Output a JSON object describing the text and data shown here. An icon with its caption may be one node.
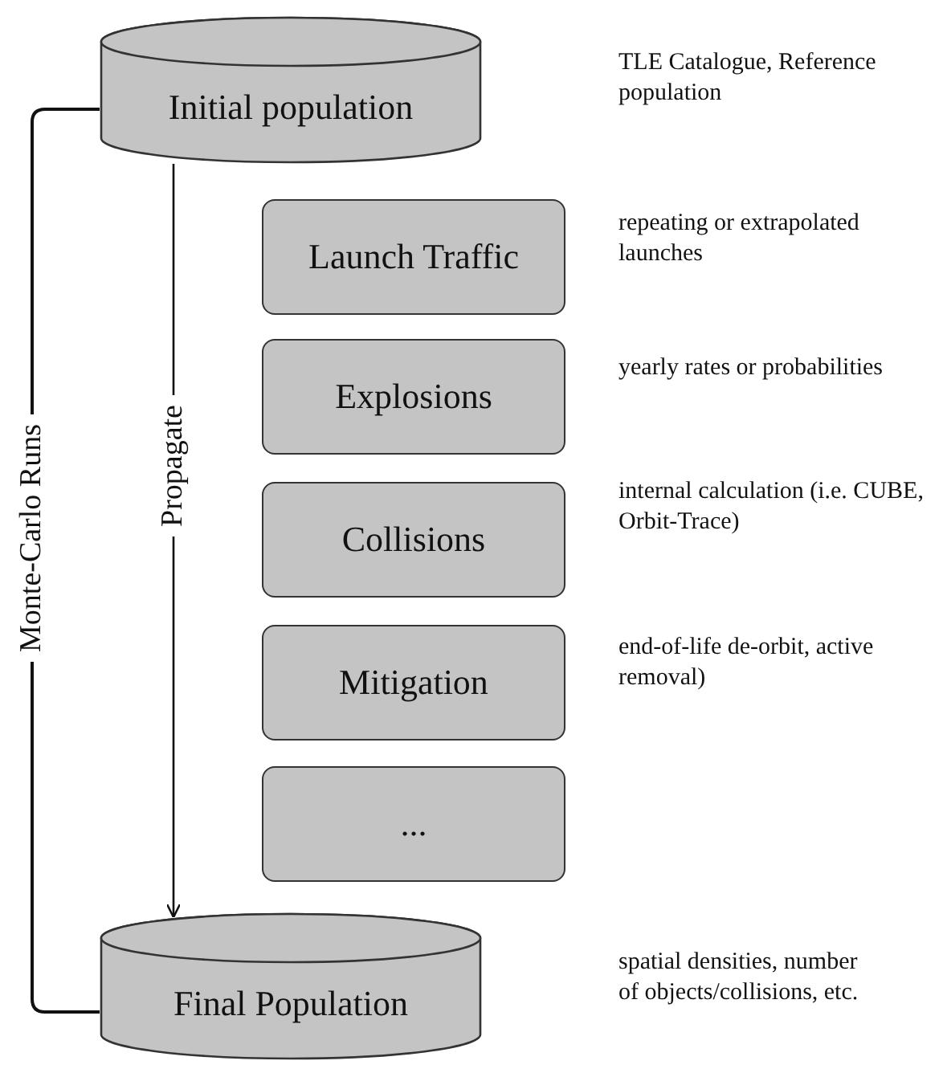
{
  "diagram": {
    "nodes": [
      {
        "text": [
          "Initial population"
        ]
      },
      {
        "text": [
          "Launch Traffic"
        ],
        "beside": [
          "repeating or extrapolated launches"
        ]
      },
      {
        "text": [
          "Explosions"
        ],
        "beside": [
          "yearly rates or probabilities"
        ]
      },
      {
        "text": [
          "Collisions"
        ],
        "beside": [
          "internal calculation (i.e. CUBE, Orbit-Trace)"
        ]
      },
      {
        "text": [
          "Mitigation"
        ],
        "beside": [
          "end-of-life de-orbit, active removal)"
        ]
      },
      {
        "text": [
          "..."
        ]
      },
      {
        "text": [
          "Final Population"
        ]
      }
    ],
    "labels": [
      "TLE Catalogue, Reference population",
      "spatial densities, number of objects/collisions, etc."
    ],
    "edges": [
      {
        "from": 0,
        "to": 6,
        "arrow": "to",
        "label": "Propagate"
      },
      {
        "from": 0,
        "to": 6,
        "arrow": "none",
        "label": "Monte-Carlo Runs"
      }
    ]
  }
}
